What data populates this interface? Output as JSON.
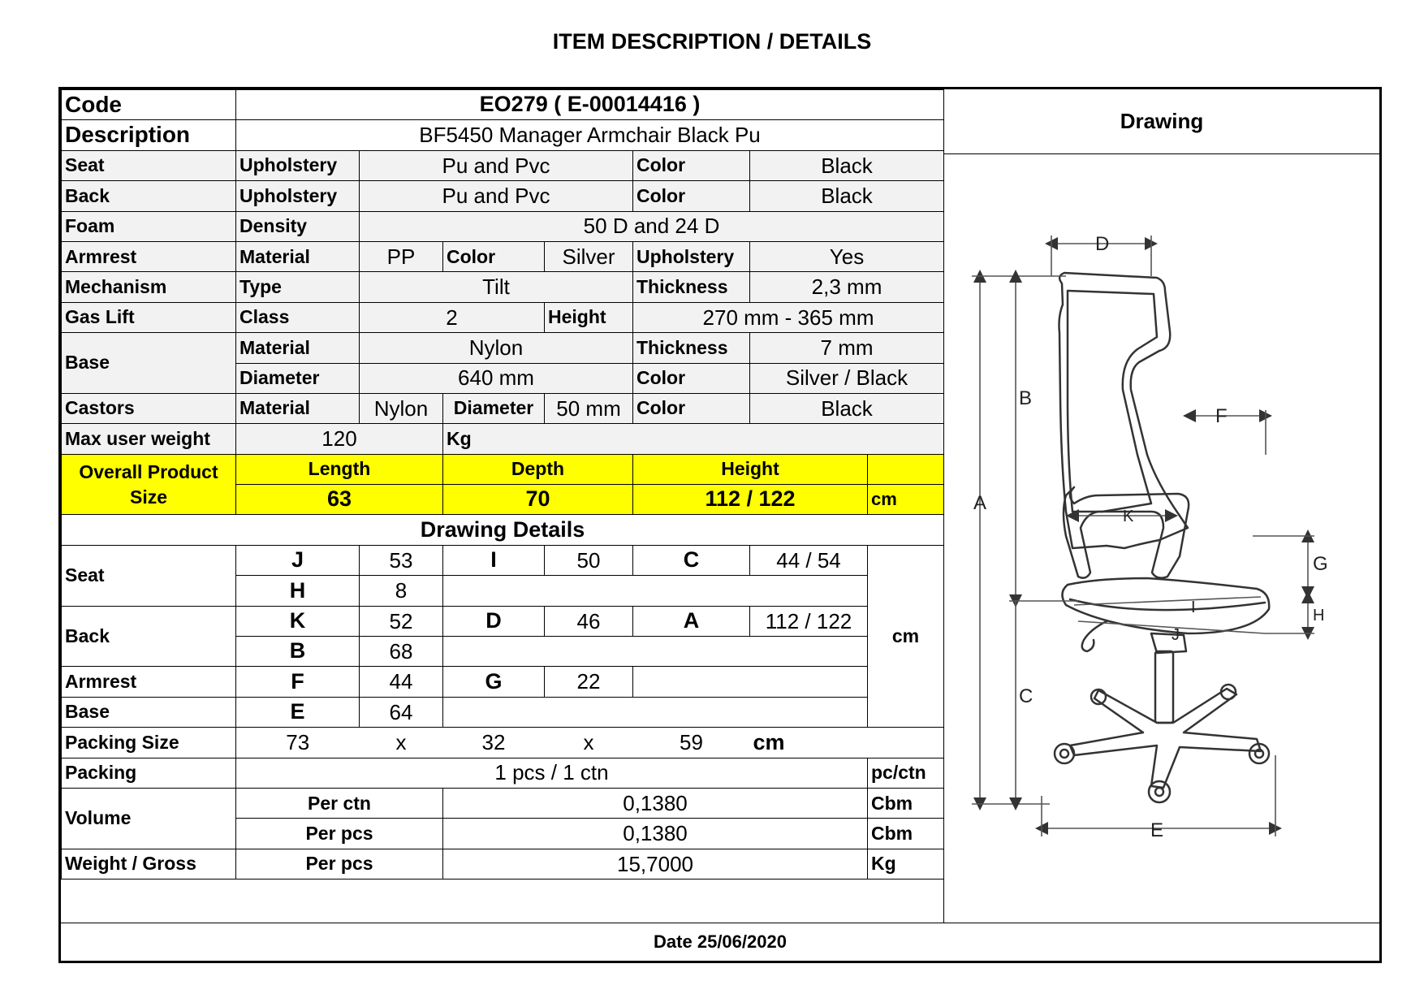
{
  "title": "ITEM DESCRIPTION / DETAILS",
  "code": {
    "label": "Code",
    "value": "EO279 ( E-00014416 )"
  },
  "description": {
    "label": "Description",
    "value": "BF5450 Manager Armchair Black Pu"
  },
  "drawing_label": "Drawing",
  "seat": {
    "label": "Seat",
    "upholstery_label": "Upholstery",
    "upholstery": "Pu and Pvc",
    "color_label": "Color",
    "color": "Black"
  },
  "back": {
    "label": "Back",
    "upholstery_label": "Upholstery",
    "upholstery": "Pu and Pvc",
    "color_label": "Color",
    "color": "Black"
  },
  "foam": {
    "label": "Foam",
    "density_label": "Density",
    "density": "50 D and 24 D"
  },
  "armrest": {
    "label": "Armrest",
    "material_label": "Material",
    "material": "PP",
    "color_label": "Color",
    "color": "Silver",
    "upholstery_label": "Upholstery",
    "upholstery": "Yes"
  },
  "mechanism": {
    "label": "Mechanism",
    "type_label": "Type",
    "type": "Tilt",
    "thickness_label": "Thickness",
    "thickness": "2,3 mm"
  },
  "gas_lift": {
    "label": "Gas Lift",
    "class_label": "Class",
    "class": "2",
    "height_label": "Height",
    "height": "270 mm - 365 mm"
  },
  "base": {
    "label": "Base",
    "material_label": "Material",
    "material": "Nylon",
    "thickness_label": "Thickness",
    "thickness": "7 mm",
    "diameter_label": "Diameter",
    "diameter": "640 mm",
    "color_label": "Color",
    "color": "Silver / Black"
  },
  "castors": {
    "label": "Castors",
    "material_label": "Material",
    "material": "Nylon",
    "diameter_label": "Diameter",
    "diameter": "50 mm",
    "color_label": "Color",
    "color": "Black"
  },
  "max_weight": {
    "label": "Max user weight",
    "value": "120",
    "unit": "Kg"
  },
  "overall": {
    "label": "Overall Product Size",
    "length_label": "Length",
    "depth_label": "Depth",
    "height_label": "Height",
    "length": "63",
    "depth": "70",
    "height": "112 / 122",
    "unit": "cm"
  },
  "drawing_details": {
    "title": "Drawing Details",
    "unit": "cm",
    "seat_label": "Seat",
    "back_label": "Back",
    "armrest_label": "Armrest",
    "base_label": "Base",
    "J": "J",
    "J_val": "53",
    "I": "I",
    "I_val": "50",
    "C": "C",
    "C_val": "44 / 54",
    "H": "H",
    "H_val": "8",
    "K": "K",
    "K_val": "52",
    "D": "D",
    "D_val": "46",
    "A": "A",
    "A_val": "112 / 122",
    "B": "B",
    "B_val": "68",
    "F": "F",
    "F_val": "44",
    "G": "G",
    "G_val": "22",
    "E": "E",
    "E_val": "64"
  },
  "packing_size": {
    "label": "Packing Size",
    "l": "73",
    "x1": "x",
    "w": "32",
    "x2": "x",
    "h": "59",
    "unit": "cm"
  },
  "packing": {
    "label": "Packing",
    "value": "1 pcs / 1 ctn",
    "unit": "pc/ctn"
  },
  "volume": {
    "label": "Volume",
    "per_ctn_label": "Per ctn",
    "per_ctn": "0,1380",
    "per_pcs_label": "Per pcs",
    "per_pcs": "0,1380",
    "unit": "Cbm"
  },
  "weight": {
    "label": "Weight / Gross",
    "per_pcs_label": "Per pcs",
    "value": "15,7000",
    "unit": "Kg"
  },
  "date": "Date 25/06/2020",
  "dimension_letters": {
    "A": "A",
    "B": "B",
    "C": "C",
    "D": "D",
    "E": "E",
    "F": "F",
    "G": "G",
    "H": "H",
    "I": "I",
    "J": "J",
    "K": "K"
  }
}
